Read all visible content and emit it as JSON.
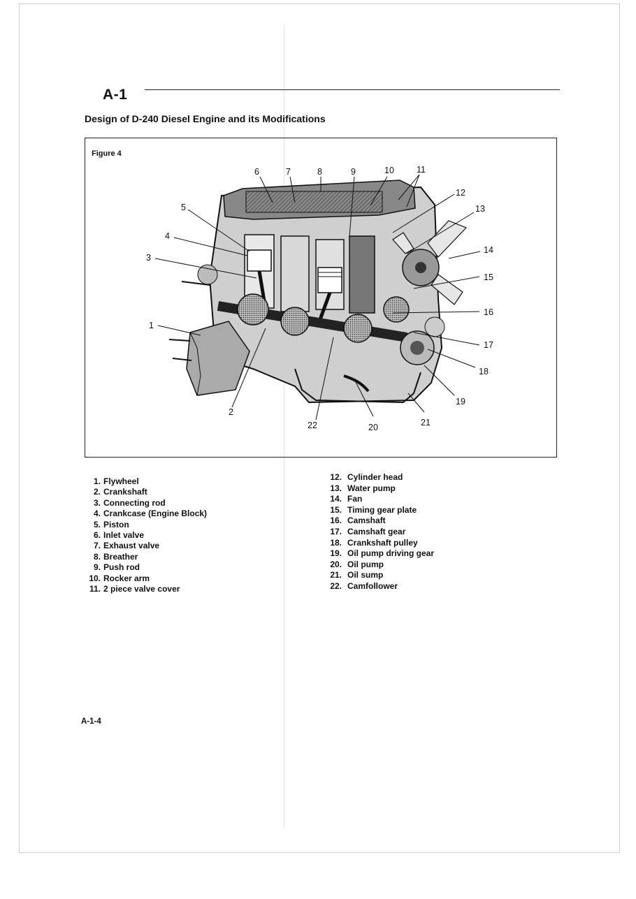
{
  "header": {
    "section_id": "A-1",
    "title": "Design of D-240 Diesel Engine and its Modifications"
  },
  "figure": {
    "label": "Figure 4",
    "callout_numbers": [
      "1",
      "2",
      "3",
      "4",
      "5",
      "6",
      "7",
      "8",
      "9",
      "10",
      "11",
      "12",
      "13",
      "14",
      "15",
      "16",
      "17",
      "18",
      "19",
      "20",
      "21",
      "22"
    ]
  },
  "legend": {
    "left": [
      {
        "num": "1.",
        "text": "Flywheel"
      },
      {
        "num": "2.",
        "text": "Crankshaft"
      },
      {
        "num": "3.",
        "text": "Connecting rod"
      },
      {
        "num": "4.",
        "text": "Crankcase (Engine Block)"
      },
      {
        "num": "5.",
        "text": "Piston"
      },
      {
        "num": "6.",
        "text": "Inlet valve"
      },
      {
        "num": "7.",
        "text": "Exhaust valve"
      },
      {
        "num": "8.",
        "text": "Breather"
      },
      {
        "num": "9.",
        "text": "Push rod"
      },
      {
        "num": "10.",
        "text": "Rocker arm"
      },
      {
        "num": "11.",
        "text": "2 piece valve cover"
      }
    ],
    "right": [
      {
        "num": "12.",
        "text": "Cylinder head"
      },
      {
        "num": "13.",
        "text": "Water pump"
      },
      {
        "num": "14.",
        "text": "Fan"
      },
      {
        "num": "15.",
        "text": "Timing gear plate"
      },
      {
        "num": "16.",
        "text": "Camshaft"
      },
      {
        "num": "17.",
        "text": "Camshaft gear"
      },
      {
        "num": "18.",
        "text": "Crankshaft pulley"
      },
      {
        "num": "19.",
        "text": "Oil pump driving gear"
      },
      {
        "num": "20.",
        "text": "Oil pump"
      },
      {
        "num": "21.",
        "text": "Oil sump"
      },
      {
        "num": "22.",
        "text": "Camfollower"
      }
    ]
  },
  "footer": {
    "page_number": "A-1-4"
  }
}
